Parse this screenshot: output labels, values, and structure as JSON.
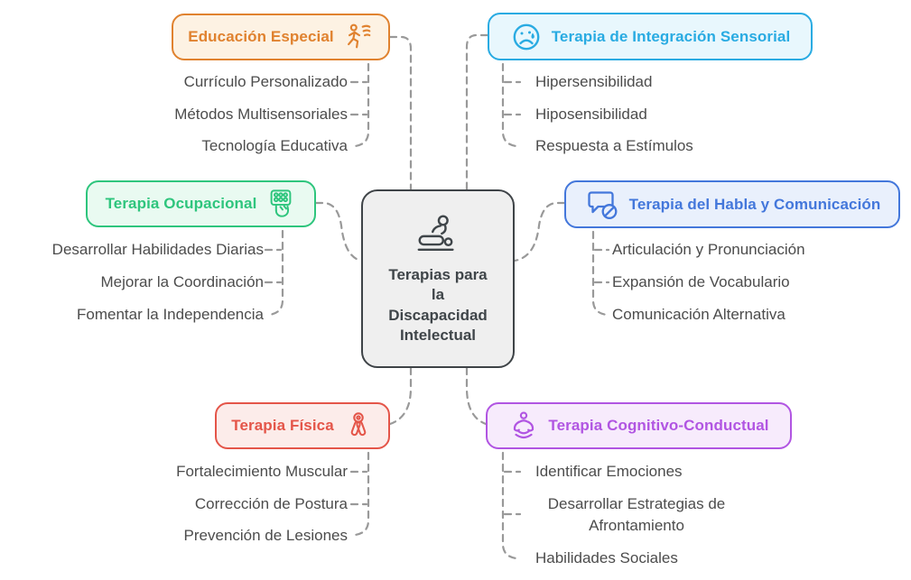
{
  "title": "Terapias para la Discapacidad Intelectual",
  "center": {
    "label": "Terapias para la Discapacidad Intelectual",
    "icon": "massage-therapy-icon",
    "border_color": "#3E4347",
    "bg_color": "#EFEFEF",
    "text_color": "#3F4549"
  },
  "connector_color": "#999999",
  "leaf_text_color": "#4C4C4C",
  "branches": [
    {
      "label": "Educación Especial",
      "icon": "running-person-icon",
      "color": "#E0822F",
      "bg": "#FDF2E3",
      "items": [
        "Currículo Personalizado",
        "Métodos Multisensoriales",
        "Tecnología Educativa"
      ]
    },
    {
      "label": "Terapia de Integración Sensorial",
      "icon": "sad-face-tear-icon",
      "color": "#29ABE2",
      "bg": "#E8F7FD",
      "items": [
        "Hipersensibilidad",
        "Hiposensibilidad",
        "Respuesta a Estímulos"
      ]
    },
    {
      "label": "Terapia Ocupacional",
      "icon": "pegboard-hand-icon",
      "color": "#2EC57D",
      "bg": "#E9FAF1",
      "items": [
        "Desarrollar Habilidades Diarias",
        "Mejorar la Coordinación",
        "Fomentar la Independencia"
      ]
    },
    {
      "label": "Terapia del Habla y Comunicación",
      "icon": "speech-bubble-blocked-icon",
      "color": "#4377DB",
      "bg": "#E9F0FC",
      "items": [
        "Articulación y Pronunciación",
        "Expansión de Vocabulario",
        "Comunicación Alternativa"
      ]
    },
    {
      "label": "Terapia Física",
      "icon": "hand-grip-icon",
      "color": "#E45549",
      "bg": "#FCECEA",
      "items": [
        "Fortalecimiento Muscular",
        "Corrección de Postura",
        "Prevención de Lesiones"
      ]
    },
    {
      "label": "Terapia Cognitivo-Conductual",
      "icon": "meditation-icon",
      "color": "#B155E2",
      "bg": "#F7EBFC",
      "items": [
        "Identificar Emociones",
        "Desarrollar Estrategias de Afrontamiento",
        "Habilidades Sociales"
      ]
    }
  ]
}
